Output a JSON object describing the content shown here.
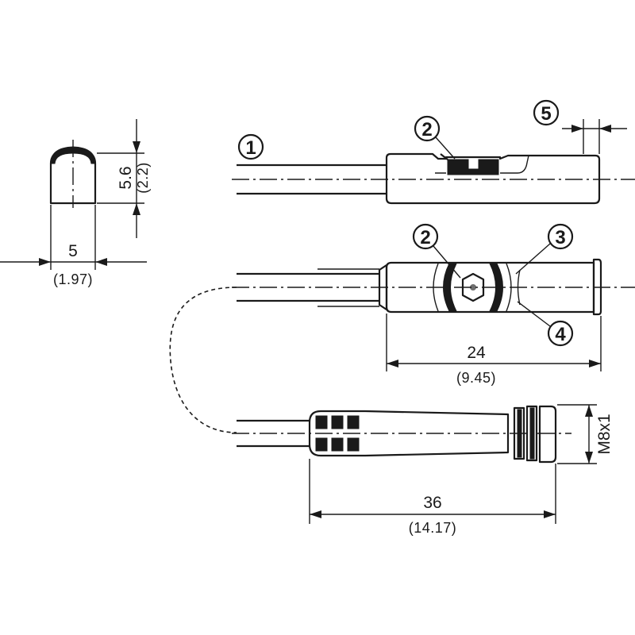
{
  "colors": {
    "line": "#1a1a1a",
    "background": "#ffffff",
    "accent_gray": "#6f6f6f"
  },
  "callouts": {
    "c1": "1",
    "c2_top": "2",
    "c2_mid": "2",
    "c3": "3",
    "c4": "4",
    "c5": "5"
  },
  "dimensions": {
    "width_mm": "5",
    "width_in": "(1.97)",
    "height_mm": "5.6",
    "height_in": "(2.2)",
    "housing_length_mm": "24",
    "housing_length_in": "(9.45)",
    "connector_length_mm": "36",
    "connector_length_in": "(14.17)",
    "thread": "M8x1"
  }
}
